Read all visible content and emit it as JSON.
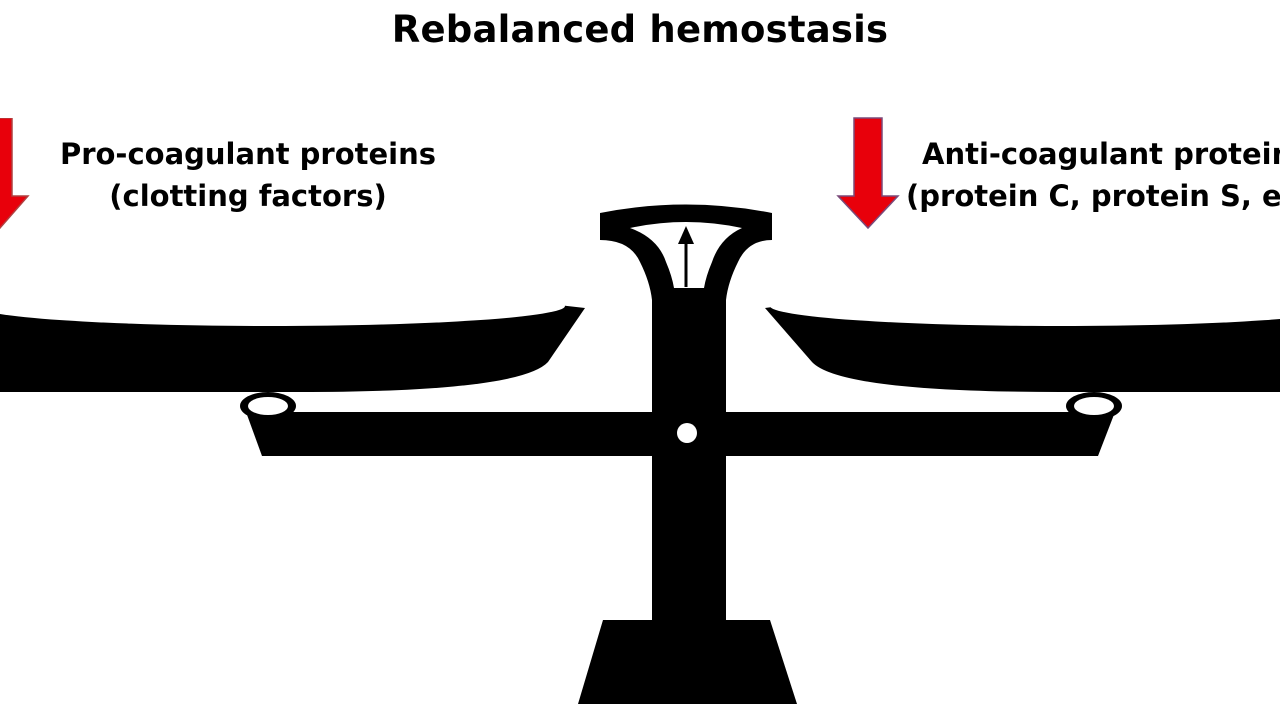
{
  "title": "Rebalanced hemostasis",
  "left_pan": {
    "line1": "Pro-coagulant proteins",
    "line2": "(clotting factors)",
    "arrow": "down-arrow",
    "arrow_color": "#e8000b"
  },
  "right_pan": {
    "line1": "Anti-coagulant proteins",
    "line2": "(protein C, protein S, etc.)",
    "arrow": "down-arrow",
    "arrow_color": "#e8000b"
  },
  "scale": {
    "color": "#000000",
    "indicator": "up-arrow"
  }
}
